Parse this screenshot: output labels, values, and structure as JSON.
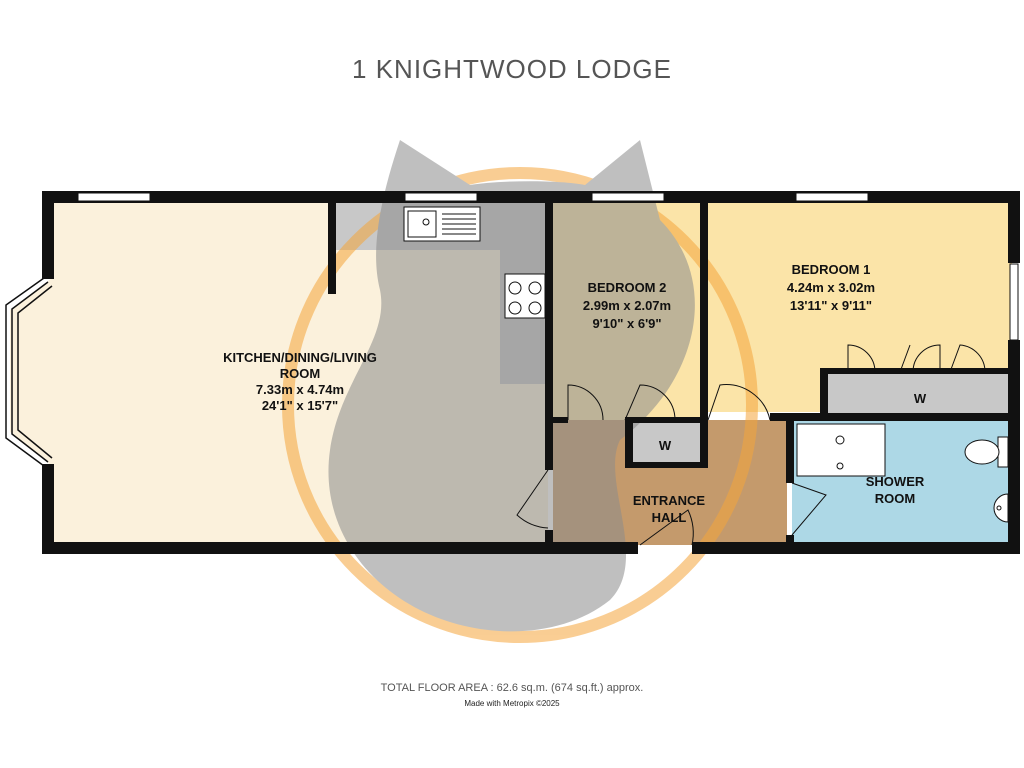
{
  "title": "1 KNIGHTWOOD LODGE",
  "rooms": {
    "kitchen": {
      "name_line1": "KITCHEN/DINING/LIVING",
      "name_line2": "ROOM",
      "metric": "7.33m  x 4.74m",
      "imperial": "24'1\"  x 15'7\""
    },
    "bedroom2": {
      "name": "BEDROOM 2",
      "metric": "2.99m  x 2.07m",
      "imperial": "9'10\"  x 6'9\""
    },
    "bedroom1": {
      "name": "BEDROOM 1",
      "metric": "4.24m  x 3.02m",
      "imperial": "13'11\"  x 9'11\""
    },
    "entrance": {
      "name_line1": "ENTRANCE",
      "name_line2": "HALL"
    },
    "shower": {
      "name_line1": "SHOWER",
      "name_line2": "ROOM"
    },
    "wardrobe_small": "W",
    "wardrobe_large": "W"
  },
  "footer": {
    "area": "TOTAL FLOOR AREA : 62.6 sq.m. (674 sq.ft.) approx.",
    "credit": "Made with Metropix ©2025"
  },
  "colors": {
    "kitchen": "#fbf1dc",
    "bedroom": "#fbe4a8",
    "entrance": "#c49a6c",
    "shower": "#add8e6",
    "wardrobe": "#c8c8c8",
    "wall": "#111111",
    "watermark_ring": "#f5a63c",
    "watermark_fox": "#8c8c8c"
  }
}
